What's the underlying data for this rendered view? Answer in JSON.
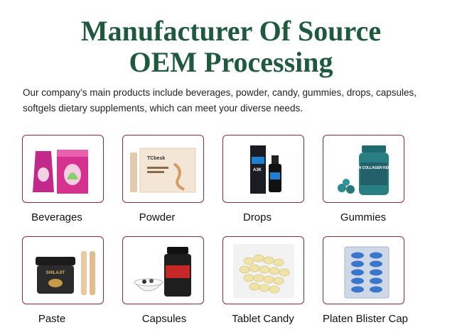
{
  "header": {
    "title_line1": "Manufacturer Of Source",
    "title_line2": "OEM Processing"
  },
  "description": "Our company’s main products include beverages, powder, candy, gummies, drops, capsules, softgels dietary supplements, which can meet your diverse needs.",
  "colors": {
    "title": "#1f5a3f",
    "card_border": "#8a2e3b"
  },
  "products": [
    {
      "label": "Beverages",
      "icon": "beverage-sachet-and-box"
    },
    {
      "label": "Powder",
      "icon": "powder-stick-and-box"
    },
    {
      "label": "Drops",
      "icon": "dropper-bottle-and-box"
    },
    {
      "label": "Gummies",
      "icon": "gummy-jar"
    },
    {
      "label": "Paste",
      "icon": "paste-jar-and-sticks"
    },
    {
      "label": "Capsules",
      "icon": "capsule-bottle-and-bowl"
    },
    {
      "label": "Tablet Candy",
      "icon": "tablet-pile"
    },
    {
      "label": "Platen Blister Cap",
      "icon": "blister-pack"
    }
  ],
  "product_text": {
    "powder_brand": "TCbesk",
    "drops_brand": "A3K",
    "gummies_text": "BIOTIN COLLAGEN KERATIN",
    "paste_brand": "SHILAJIT"
  }
}
